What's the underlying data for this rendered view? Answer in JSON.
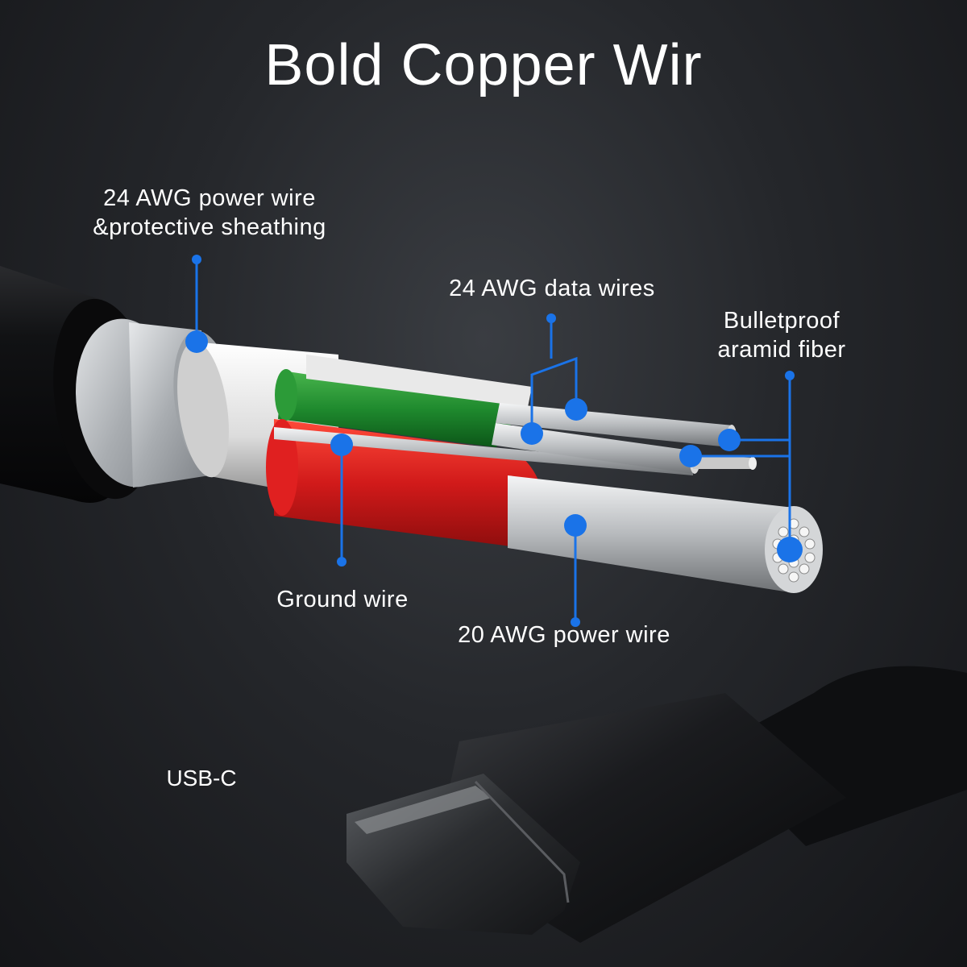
{
  "title": "Bold Copper Wir",
  "callouts": {
    "power_wire_24awg": [
      "24 AWG power wire",
      "&protective sheathing"
    ],
    "data_wires": "24 AWG data wires",
    "aramid_fiber": [
      "Bulletproof",
      "aramid fiber"
    ],
    "ground_wire": "Ground wire",
    "power_wire_20awg": "20 AWG power wire"
  },
  "connector_label": "USB-C",
  "colors": {
    "accent_blue": "#1a73e8",
    "green_wire": "#1f8a2e",
    "red_wire": "#d11a1a",
    "background": "#202226"
  }
}
